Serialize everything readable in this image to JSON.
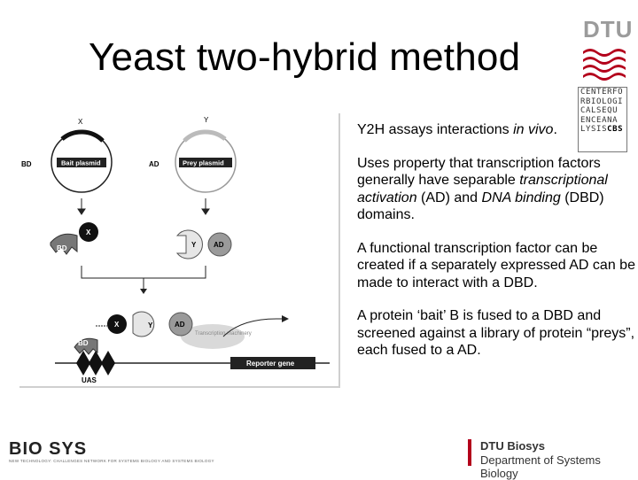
{
  "slide": {
    "title": "Yeast two-hybrid method"
  },
  "logos": {
    "dtu_word": "DTU",
    "cbs_lines": [
      "CENTERFO",
      "RBIOLOGI",
      "CALSEQU",
      "ENCEANA",
      "LYSIS"
    ],
    "cbs_mark": "CBS",
    "biosys_word": "BIO SYS",
    "biosys_tagline": "NEW TECHNOLOGY: CHALLENGES NETWORK FOR SYSTEMS BIOLOGY AND SYSTEMS BIOLOGY",
    "dtu_biosys_line1": "DTU Biosys",
    "dtu_biosys_line2": "Department of Systems Biology"
  },
  "body": {
    "p1_a": "Y2H assays interactions ",
    "p1_em": "in vivo",
    "p1_b": ".",
    "p2_a": "Uses property that transcription factors generally have separable ",
    "p2_em1": "transcriptional activation",
    "p2_b": " (AD) and ",
    "p2_em2": "DNA binding",
    "p2_c": " (DBD) domains.",
    "p3": "A functional transcription factor can be created if a separately expressed AD can be made to interact with a DBD.",
    "p4": "A protein ‘bait’ B is fused to a DBD and screened against a library of protein “preys”, each fused to a AD."
  },
  "figure": {
    "label_x_top": "X",
    "label_y_top": "Y",
    "label_bd_left": "BD",
    "label_ad_left": "AD",
    "bait_plasmid": "Bait plasmid",
    "prey_plasmid": "Prey plasmid",
    "label_x_mid": "X",
    "label_bd_mid": "BD",
    "label_y_mid": "Y",
    "label_ad_mid": "AD",
    "label_x_bottom": "X",
    "label_y_bottom": "Y",
    "label_ad_bottom": "AD",
    "label_bd_bottom": "BD",
    "transcription_machinery": "Transcription machinery",
    "reporter_gene": "Reporter gene",
    "uas": "UAS"
  }
}
